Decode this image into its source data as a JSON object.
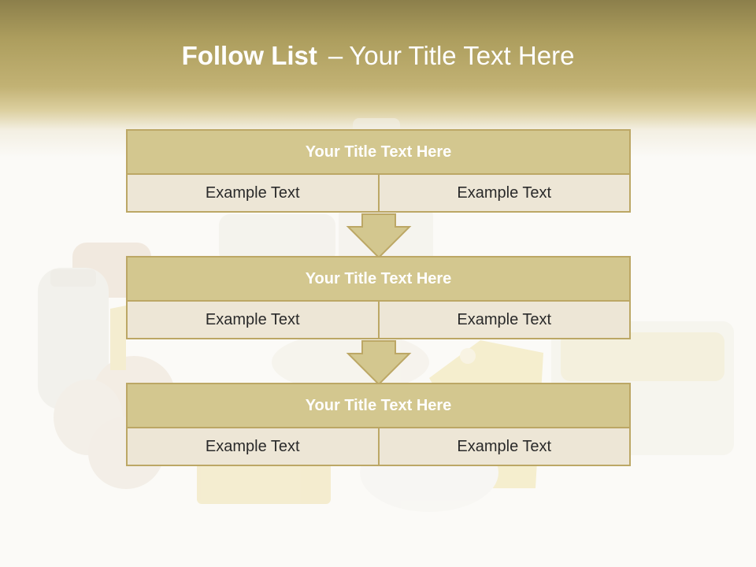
{
  "slide": {
    "title_bold": "Follow List",
    "title_separator": "–",
    "title_rest": "Your Title Text Here"
  },
  "blocks": [
    {
      "title": "Your Title Text Here",
      "cells": [
        "Example Text",
        "Example Text"
      ]
    },
    {
      "title": "Your Title Text Here",
      "cells": [
        "Example Text",
        "Example Text"
      ]
    },
    {
      "title": "Your Title Text Here",
      "cells": [
        "Example Text",
        "Example Text"
      ]
    }
  ],
  "colors": {
    "header_band": "#b3a464",
    "block_title_fill": "#d3c78f",
    "cell_fill": "#ede6d6",
    "border": "#bca765"
  }
}
